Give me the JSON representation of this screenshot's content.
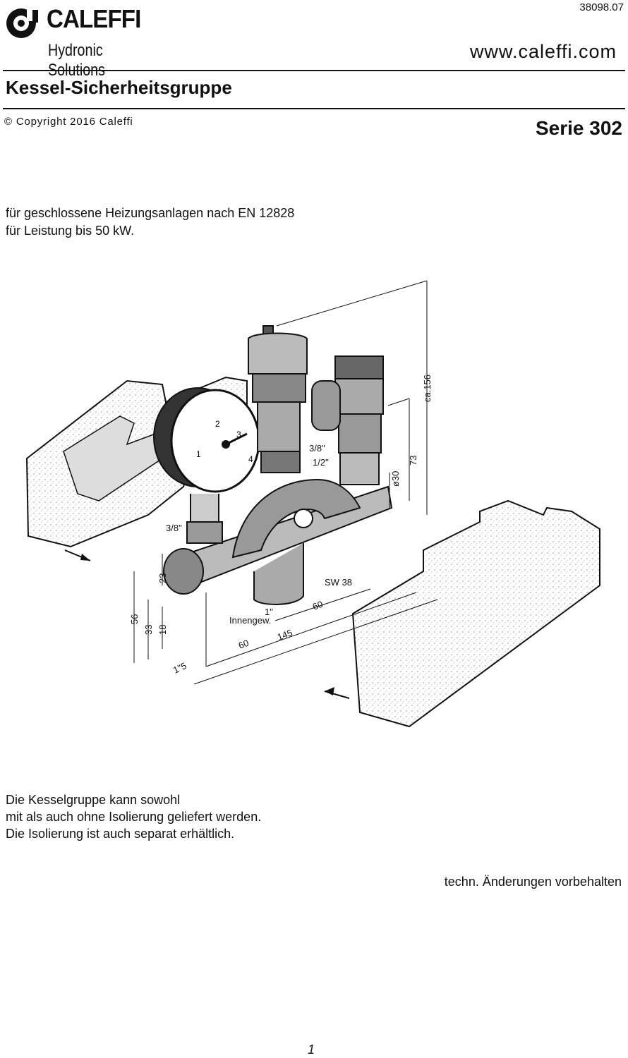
{
  "header": {
    "doc_number": "38098.07",
    "brand": "CALEFFI",
    "tagline": "Hydronic Solutions",
    "website": "www.caleffi.com"
  },
  "title": "Kessel-Sicherheitsgruppe",
  "copyright": "© Copyright 2016 Caleffi",
  "series": "Serie 302",
  "intro": [
    "für geschlossene Heizungsanlagen nach EN 12828",
    "für Leistung bis 50 kW."
  ],
  "figure": {
    "dimensions": {
      "height_total": "ca.156",
      "height_73": "73",
      "diameter_30": "ø30",
      "thread_3_8_top": "3/8\"",
      "thread_1_2": "1/2\"",
      "thread_3_8_left": "3/8\"",
      "dim_23": "23",
      "dim_56": "56",
      "dim_33": "33",
      "dim_18": "18",
      "dim_1_5": "1\"5",
      "sw38": "SW 38",
      "thread_1": "1\"",
      "internal_thread": "Innengew.",
      "dim_60_left": "60",
      "dim_145": "145",
      "dim_60_right": "60"
    },
    "gauge_marks": [
      "1",
      "2",
      "3",
      "4"
    ]
  },
  "footer_text": [
    "Die Kesselgruppe kann sowohl",
    "mit als auch ohne Isolierung geliefert werden.",
    "Die Isolierung ist auch separat erhältlich."
  ],
  "disclaimer": "techn. Änderungen vorbehalten",
  "page_number": "1"
}
